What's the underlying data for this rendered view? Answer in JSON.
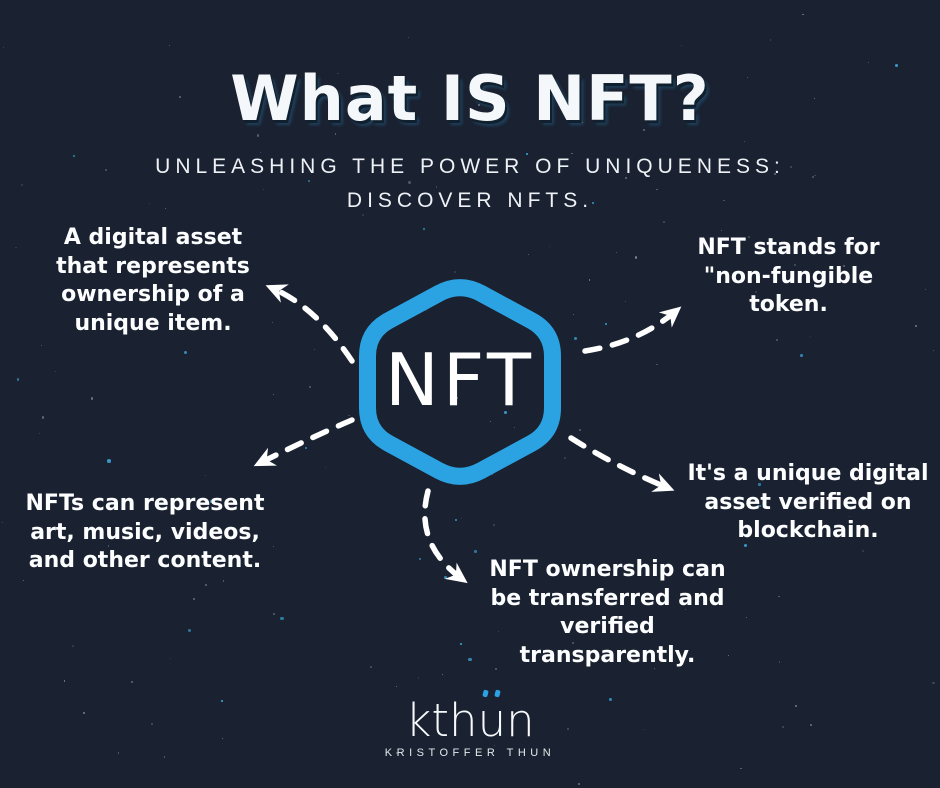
{
  "header": {
    "title": "What IS NFT?",
    "subtitle": "UNLEASHING THE POWER OF UNIQUENESS:\nDISCOVER NFTS."
  },
  "center": {
    "hexagon_label": "NFT"
  },
  "facts": [
    {
      "id": "digital-asset",
      "text": "A digital asset\nthat represents\nownership of a\nunique item."
    },
    {
      "id": "stands-for",
      "text": "NFT stands for\n\"non-fungible\ntoken."
    },
    {
      "id": "can-represent",
      "text": "NFTs can represent\nart, music, videos,\nand other content."
    },
    {
      "id": "unique-verified",
      "text": "It's a unique digital\nasset verified on\nblockchain."
    },
    {
      "id": "ownership",
      "text": "NFT ownership can\nbe transferred and\nverified\ntransparently."
    }
  ],
  "footer": {
    "logo_prefix": "kth",
    "logo_u": "u",
    "logo_suffix": "n",
    "tagline": "KRISTOFFER THUN"
  },
  "colors": {
    "background": "#1a2130",
    "accent_blue": "#2ba3e3",
    "text_white": "#ffffff",
    "star_cyan": "#3fb9ef"
  }
}
